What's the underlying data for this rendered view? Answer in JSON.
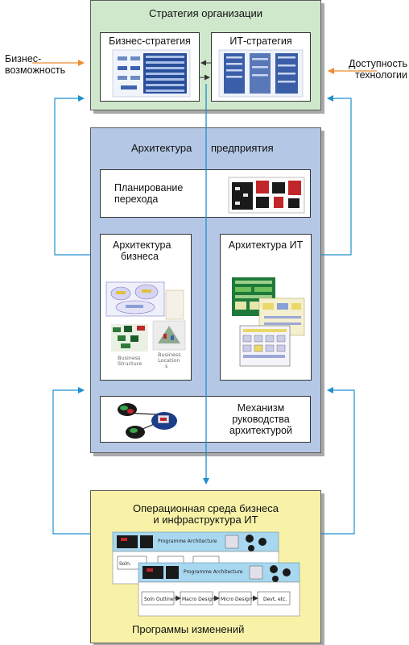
{
  "strategy": {
    "title": "Стратегия организации",
    "business": "Бизнес-стратегия",
    "it": "ИТ-стратегия"
  },
  "left_input": {
    "line1": "Бизнес-",
    "line2": "возможность"
  },
  "right_input": {
    "line1": "Доступность",
    "line2": "технологии"
  },
  "enterprise": {
    "title_a": "Архитектура",
    "title_b": "предприятия",
    "transition": {
      "line1": "Планирование",
      "line2": "перехода"
    },
    "business_arch": {
      "line1": "Архитектура",
      "line2": "бизнеса"
    },
    "it_arch": "Архитектура ИТ",
    "governance": {
      "line1": "Механизм",
      "line2": "руководства",
      "line3": "архитектурой"
    },
    "thumb_labels": {
      "a1": "Business",
      "a2": "Structure",
      "b1": "Business",
      "b2": "Location",
      "b3": "s"
    }
  },
  "ops": {
    "title1": "Операционная среда бизнеса",
    "title2": "и инфраструктура ИТ",
    "programs": "Программы изменений",
    "card_back_title": "Programme Architecture",
    "card_back_first": "Soln.",
    "card_front_title": "Programme Architecture",
    "steps": [
      "Soln Outline",
      "Macro Design",
      "Micro Design",
      "Devt, etc."
    ]
  },
  "colors": {
    "blue_arrow": "#1f8fd0",
    "orange_arrow": "#f08a30",
    "dark_arrow": "#333333"
  }
}
